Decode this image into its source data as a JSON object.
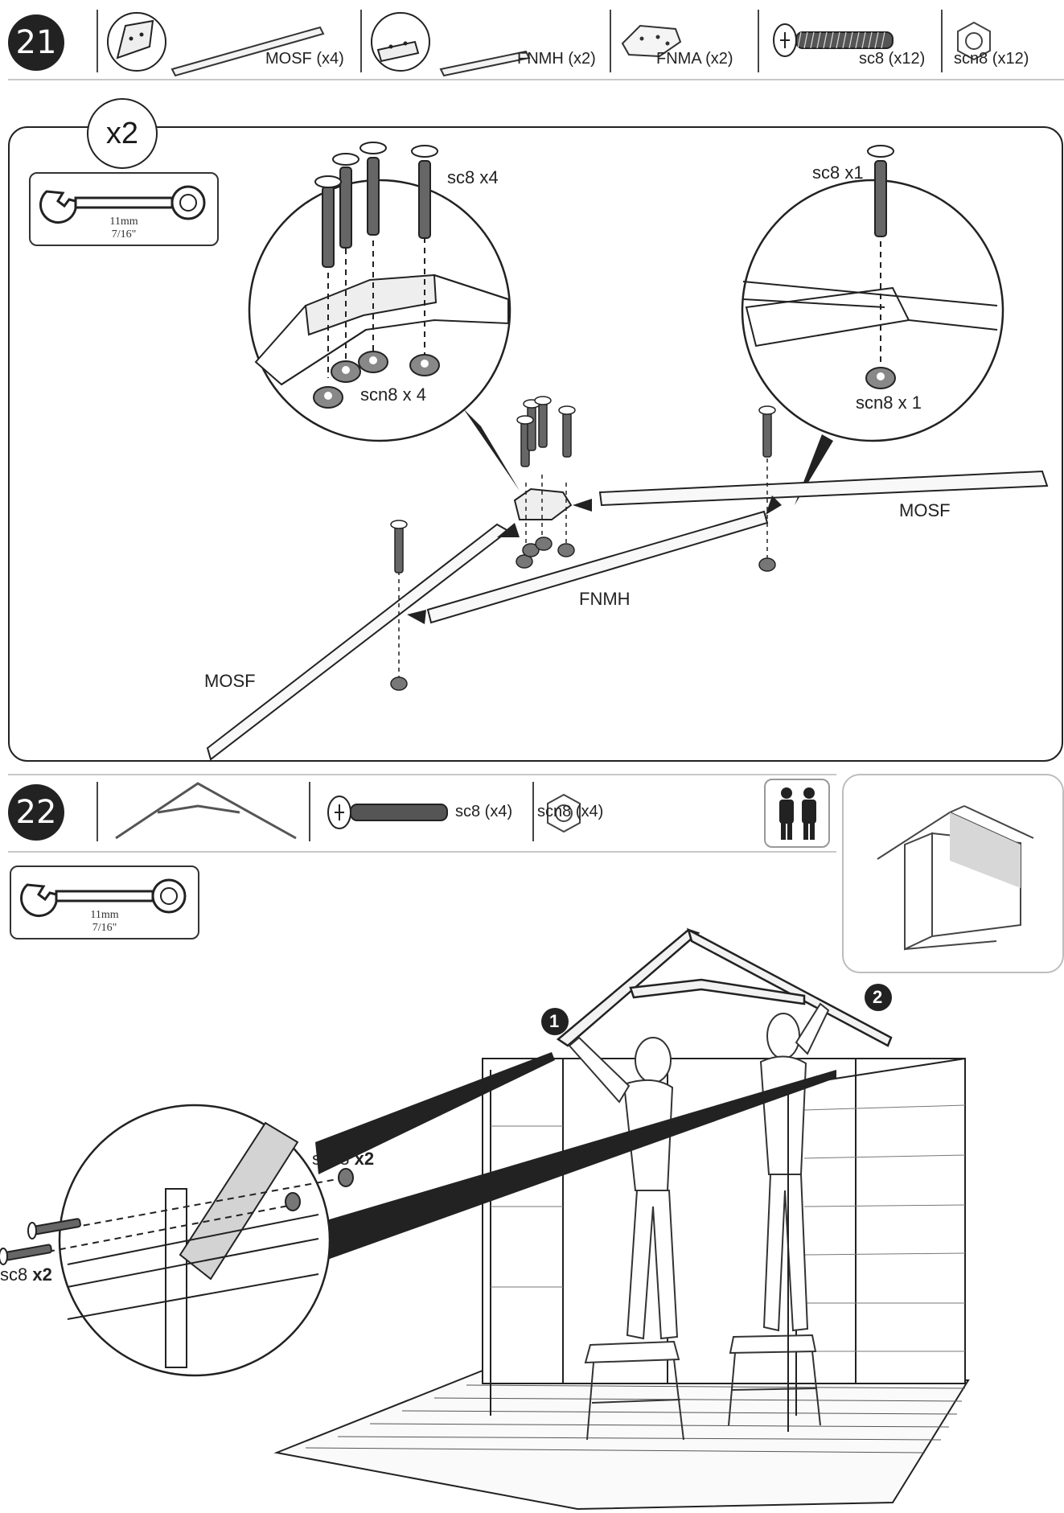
{
  "step21": {
    "number": "21",
    "parts": [
      {
        "label": "MOSF (x4)"
      },
      {
        "label": "FNMH (x2)"
      },
      {
        "label": "FNMA (x2)"
      },
      {
        "label": "sc8 (x12)"
      },
      {
        "label": "scn8 (x12)"
      }
    ],
    "multiplier": "x2",
    "tool": {
      "size_mm": "11mm",
      "size_in": "7/16\""
    },
    "callouts": {
      "bolts_left": "sc8 x4",
      "nuts_left": "scn8 x 4",
      "bolt_right": "sc8 x1",
      "nut_right": "scn8 x 1",
      "mosf_right": "MOSF",
      "fnmh": "FNMH",
      "mosf_left": "MOSF"
    }
  },
  "step22": {
    "number": "22",
    "parts": [
      {
        "label": "sc8 (x4)"
      },
      {
        "label": "scn8 (x4)"
      }
    ],
    "tool": {
      "size_mm": "11mm",
      "size_in": "7/16\""
    },
    "callouts": {
      "nut_label": "scn8",
      "nut_qty": "x2",
      "bolt_label": "sc8",
      "bolt_qty": "x2",
      "marker1": "1",
      "marker2": "2"
    }
  },
  "icons": {
    "wrench": "wrench-icon",
    "bolt": "bolt-icon",
    "nut": "hex-nut-icon",
    "two_persons": "two-persons-icon"
  }
}
